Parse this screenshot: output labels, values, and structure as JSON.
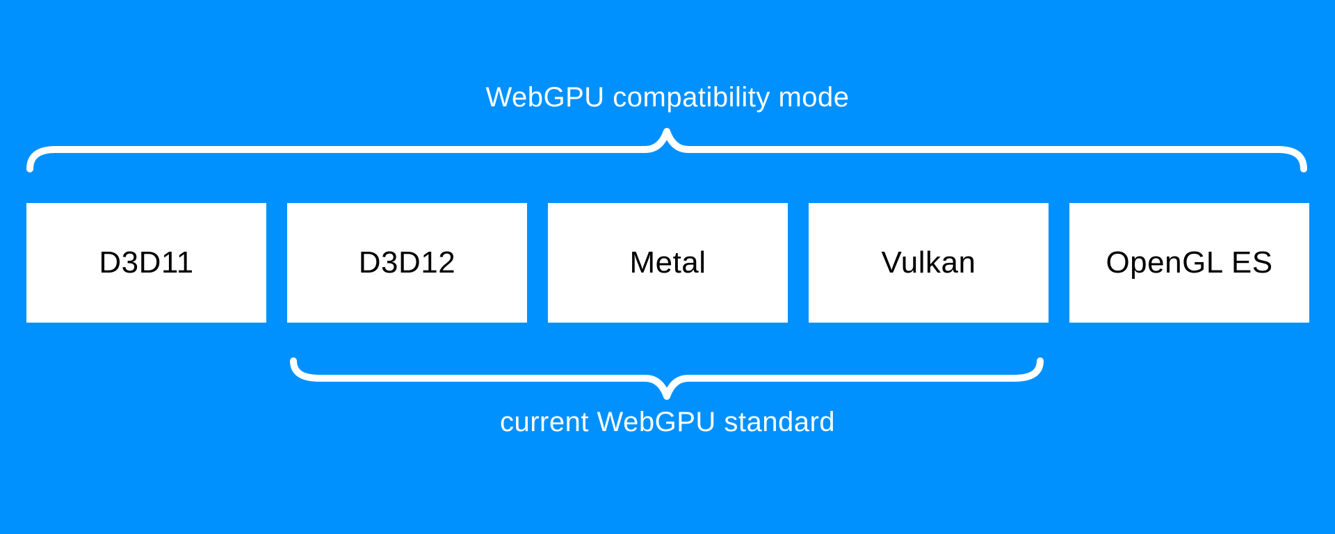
{
  "colors": {
    "background": "#0191fe",
    "label_text": "#ffffff",
    "brace_stroke": "#ffffff",
    "box_background": "#ffffff",
    "box_text": "#000000"
  },
  "labels": {
    "top": "WebGPU compatibility mode",
    "bottom": "current WebGPU standard"
  },
  "boxes": [
    {
      "label": "D3D11"
    },
    {
      "label": "D3D12"
    },
    {
      "label": "Metal"
    },
    {
      "label": "Vulkan"
    },
    {
      "label": "OpenGL ES"
    }
  ]
}
